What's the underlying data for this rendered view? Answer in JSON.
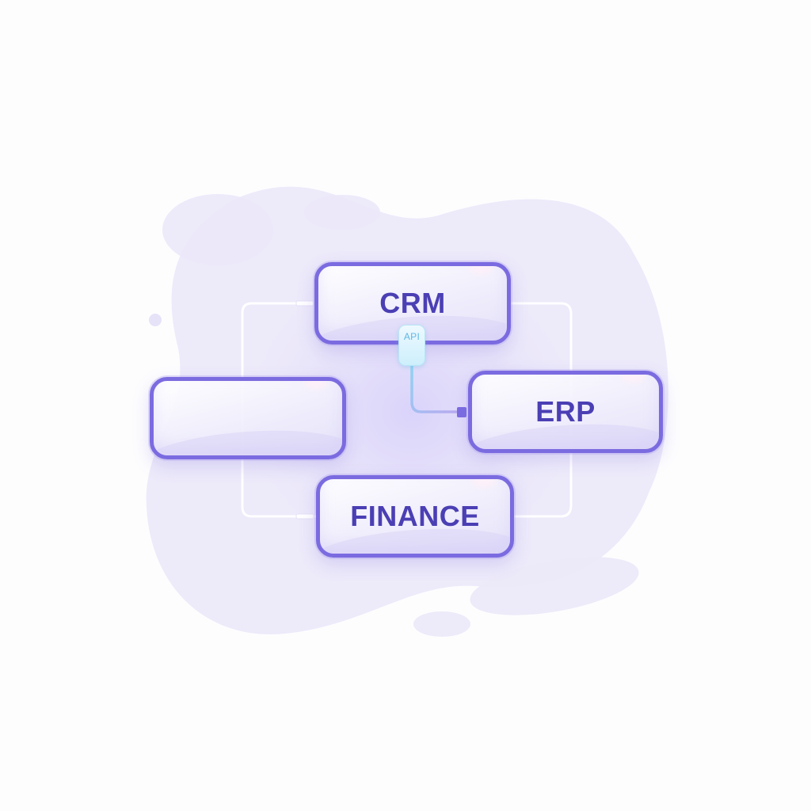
{
  "diagram": {
    "nodes": [
      {
        "id": "crm",
        "label": "CRM"
      },
      {
        "id": "blank",
        "label": ""
      },
      {
        "id": "erp",
        "label": "ERP"
      },
      {
        "id": "finance",
        "label": "FINANCE"
      }
    ],
    "api_badge": {
      "label": "API"
    },
    "connections": [
      {
        "from": "crm",
        "to": "erp",
        "via": "API"
      },
      {
        "from": "crm",
        "to": "finance",
        "path": "left-loop"
      },
      {
        "from": "crm",
        "to": "finance",
        "path": "right-loop"
      }
    ],
    "colors": {
      "node_border": "#7b6be0",
      "node_text": "#4b3fb4",
      "api_connector": "#5fb8e4",
      "blob": "#e6e3f8",
      "background": "#fdfdfe"
    }
  }
}
